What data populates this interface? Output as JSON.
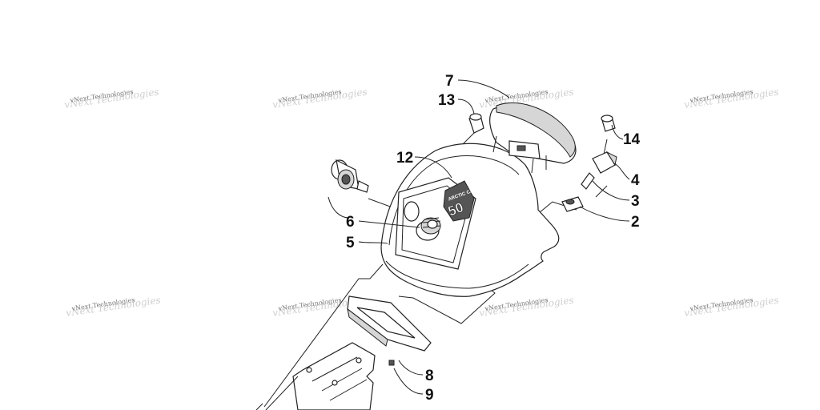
{
  "watermark": {
    "text": "vNext Technologies"
  },
  "callouts": [
    {
      "id": "c7",
      "label": "7"
    },
    {
      "id": "c13",
      "label": "13"
    },
    {
      "id": "c14",
      "label": "14"
    },
    {
      "id": "c12",
      "label": "12"
    },
    {
      "id": "c4",
      "label": "4"
    },
    {
      "id": "c3",
      "label": "3"
    },
    {
      "id": "c2",
      "label": "2"
    },
    {
      "id": "c6",
      "label": "6"
    },
    {
      "id": "c5",
      "label": "5"
    },
    {
      "id": "c8",
      "label": "8"
    },
    {
      "id": "c9",
      "label": "9"
    }
  ],
  "decal": {
    "brand": "ARCTIC CAT",
    "number": "50"
  }
}
